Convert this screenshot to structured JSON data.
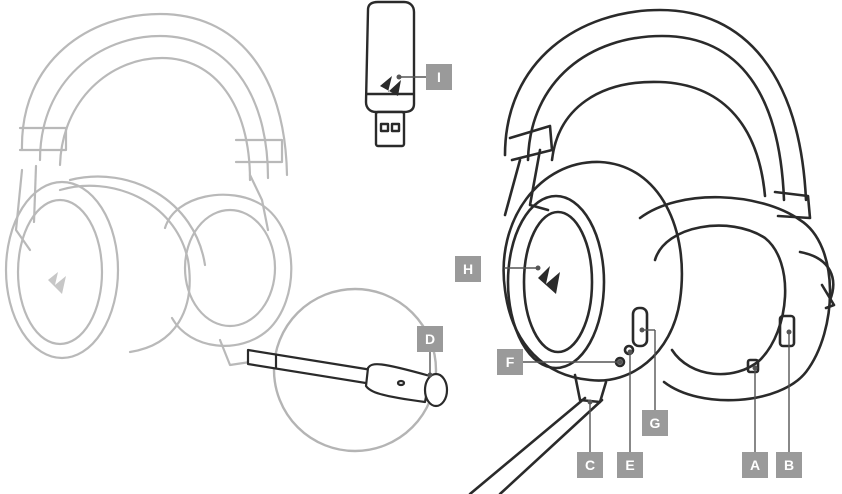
{
  "diagram": {
    "callouts": {
      "A": "A",
      "B": "B",
      "C": "C",
      "D": "D",
      "E": "E",
      "F": "F",
      "G": "G",
      "H": "H",
      "I": "I"
    },
    "colors": {
      "line_dark": "#2a2a2a",
      "line_light": "#b4b4b4",
      "label_fill": "#9a9a9a",
      "label_text": "#ffffff"
    }
  }
}
